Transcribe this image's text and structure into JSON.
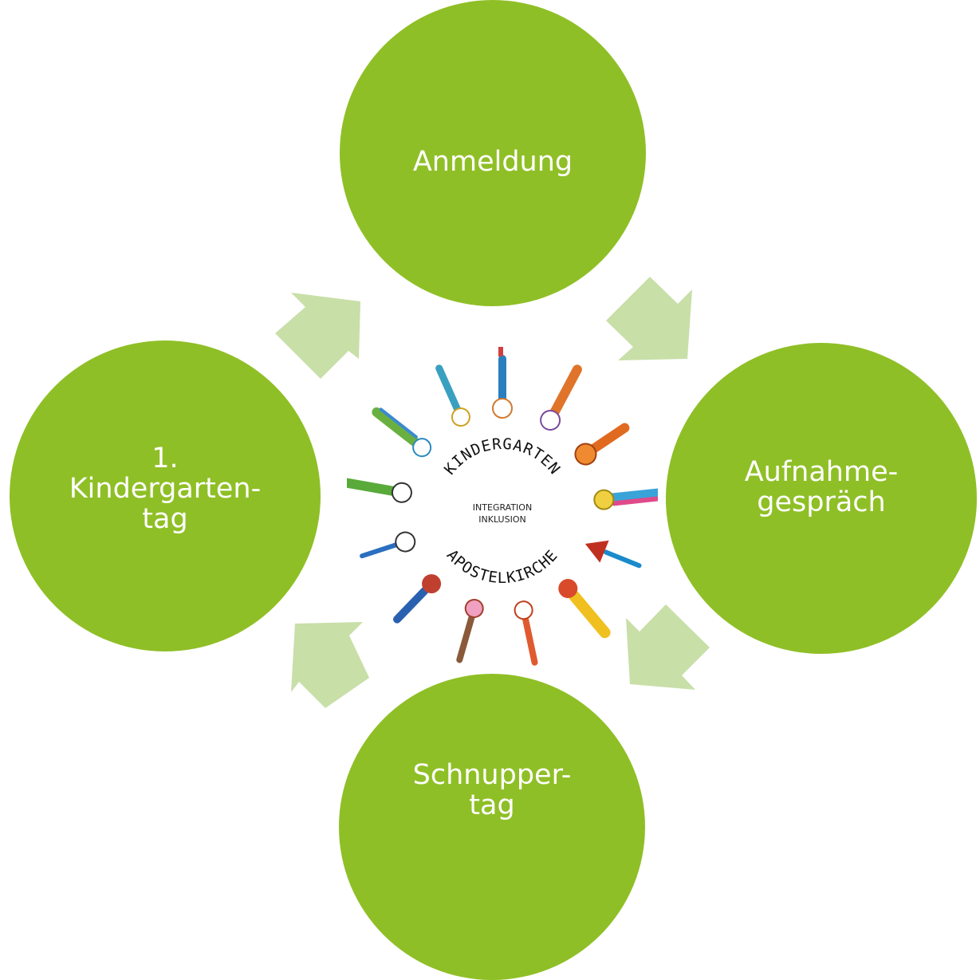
{
  "colors": {
    "node_fill": "#8fbf26",
    "arrow_fill": "#c8dfa8",
    "text": "#ffffff"
  },
  "cycle": {
    "nodes": [
      {
        "id": "top",
        "label": "Anmeldung"
      },
      {
        "id": "right",
        "label": "Aufnahme-\ngespräch"
      },
      {
        "id": "bottom",
        "label": "Schnupper-\ntag"
      },
      {
        "id": "left",
        "label": "1.\nKindergarten-\ntag"
      }
    ]
  },
  "logo": {
    "ring_top": "KINDERGARTEN",
    "ring_bottom": "APOSTELKIRCHE",
    "line1": "INTEGRATION",
    "line2": "INKLUSION"
  }
}
